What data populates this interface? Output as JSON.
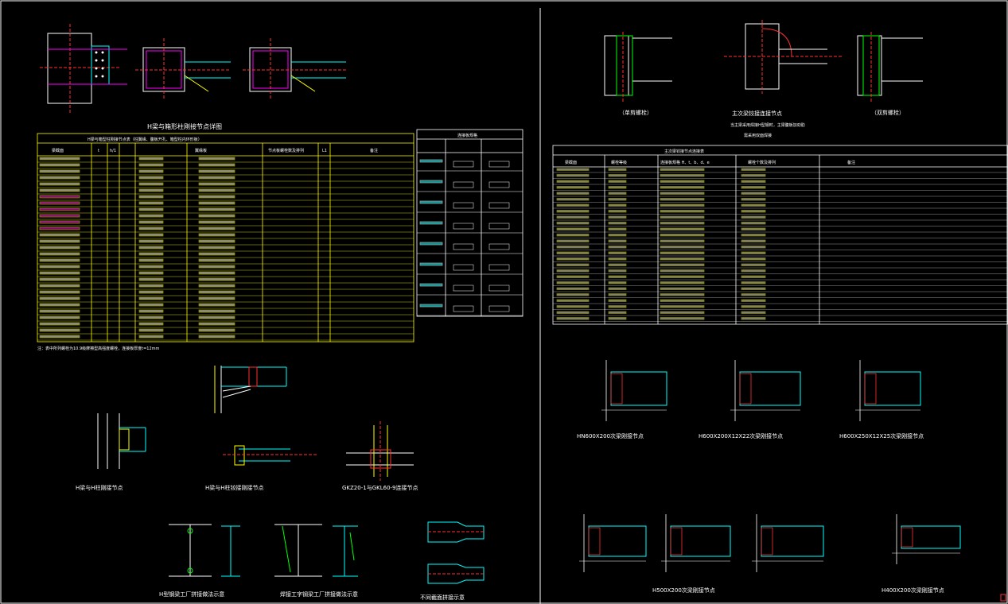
{
  "colors": {
    "background": "#000000",
    "border": "#ffffff",
    "table_line": "#ffff00",
    "beam": "#00ffff",
    "red": "#ff3030",
    "magenta": "#ff00ff",
    "green": "#00ff00",
    "white": "#ffffff"
  },
  "left_sheet": {
    "top_title": "H梁与箱形柱刚接节点详图",
    "table": {
      "title": "H梁与箱型柱刚接节点表（柱翼缘、腹板开孔、箱型柱内环形板）",
      "headers": [
        "梁截面",
        "t",
        "h/1",
        "",
        "翼缘板",
        "节点板螺栓数及排列",
        "L1",
        "备注"
      ]
    },
    "small_table_title": "连接板规格",
    "note": "注：表中所列螺栓为10.9级摩擦型高强度螺栓，连接板厚度t=12mm",
    "captions": {
      "column_node": "H梁与H柱刚接节点",
      "beam_column_detail": "H梁与H柱铰接刚接节点",
      "gkz_node": "GKZ20-1与GKL60-9连接节点",
      "h_factory": "H型钢梁工厂拼接做法示意",
      "builtup_factory": "焊接工字钢梁工厂拼接做法示意",
      "variable_section": "不同截面拼接示意"
    }
  },
  "right_sheet": {
    "top_labels": {
      "single_shear": "（单剪螺栓）",
      "secondary_node": "主次梁铰接连接节点",
      "note_line1": "当主梁采用焊接H型钢时，主梁腹板加劲肋",
      "note_line2": "需采用双面焊接",
      "double_shear": "（双剪螺栓）"
    },
    "table_title": "主次梁铰接节点连接表",
    "table_headers": [
      "梁截面",
      "螺栓等级",
      "连接板规格 H、t、b、d、e",
      "螺栓个数及排列",
      "备注"
    ],
    "captions": {
      "hn600": "HN600X200次梁刚接节点",
      "h600_22": "H600X200X12X22次梁刚接节点",
      "h600_25": "H600X250X12X25次梁刚接节点",
      "h500": "H500X200次梁刚接节点",
      "h400": "H400X200次梁刚接节点"
    }
  }
}
